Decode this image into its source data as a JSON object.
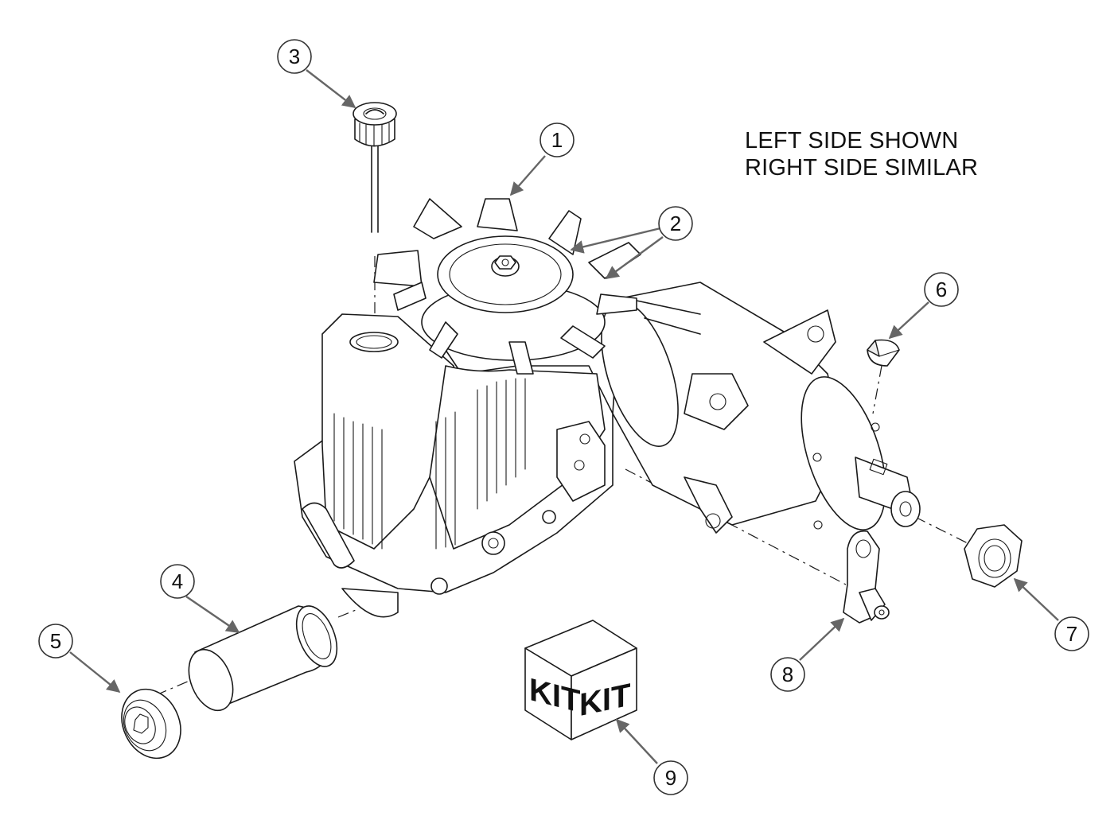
{
  "note": {
    "line1": "LEFT SIDE SHOWN",
    "line2": "RIGHT SIDE SIMILAR"
  },
  "callouts": [
    "1",
    "2",
    "3",
    "4",
    "5",
    "6",
    "7",
    "8",
    "9"
  ],
  "kit": {
    "left_face": "KIT",
    "right_face": "KIT"
  },
  "colors": {
    "line": "#1a1a1a",
    "leader": "#666666",
    "background": "#ffffff"
  }
}
